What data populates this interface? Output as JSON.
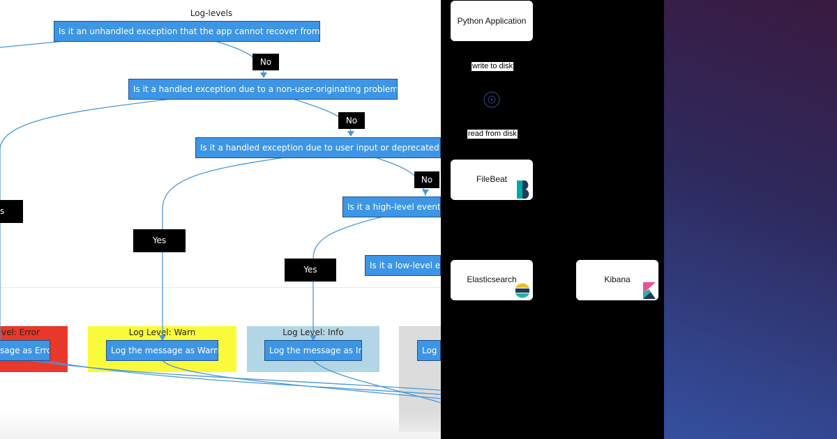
{
  "flowchart": {
    "title": "Log-levels",
    "questions": {
      "fatal": "Is it an unhandled exception that the app cannot recover from? Fatal",
      "error": "Is it a handled exception due to a non-user-originating problem? Error",
      "warning": "Is it a handled exception due to user input or deprecated functi",
      "info": "Is it a high-level event in",
      "debug": "Is it a low-level eve"
    },
    "edge_labels": {
      "no": "No",
      "yes": "Yes",
      "yes_cut": "s"
    },
    "zones": {
      "error": {
        "title": "vel: Error",
        "action": "sage as Error"
      },
      "warn": {
        "title": "Log Level: Warn",
        "action": "Log the message as Warning"
      },
      "info": {
        "title": "Log Level: Info",
        "action": "Log the message as Info"
      },
      "debug": {
        "title": "",
        "action": "Log t"
      }
    },
    "colors": {
      "node": "#3d95e6",
      "edge": "#4a97da",
      "error_zone": "#e8392a",
      "warn_zone": "#fafa3c",
      "info_zone": "#b3d6e6",
      "debug_zone": "#dcdcdc"
    }
  },
  "pipeline": {
    "nodes": {
      "app": "Python Application",
      "filebeat": "FileBeat",
      "elasticsearch": "Elasticsearch",
      "kibana": "Kibana"
    },
    "edges": {
      "write": "write to disk",
      "read": "read from disk"
    },
    "disk_icon": "disk-icon"
  }
}
